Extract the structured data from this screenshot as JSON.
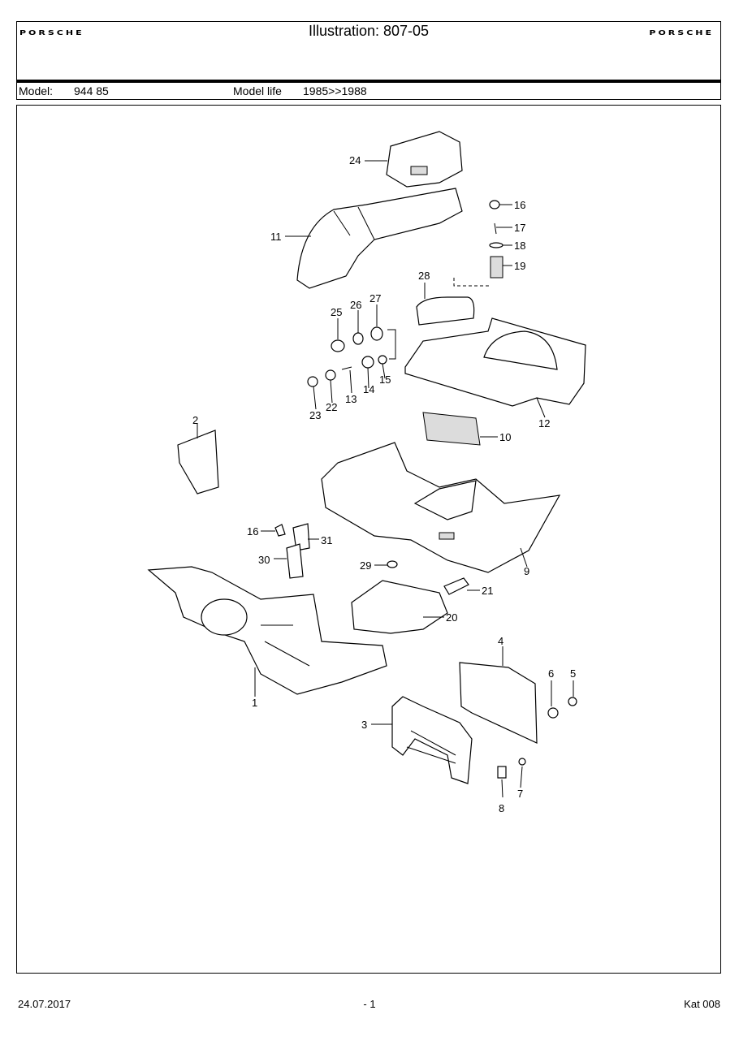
{
  "header": {
    "brand_left": "PORSCHE",
    "brand_right": "PORSCHE",
    "illustration": "Illustration: 807-05"
  },
  "model_bar": {
    "model_label": "Model:",
    "model_value": "944 85",
    "life_label": "Model life",
    "life_value": "1985>>1988"
  },
  "callouts": [
    "24",
    "16",
    "17",
    "18",
    "19",
    "11",
    "28",
    "25",
    "26",
    "27",
    "23",
    "22",
    "13",
    "14",
    "15",
    "12",
    "10",
    "2",
    "16",
    "31",
    "30",
    "29",
    "21",
    "9",
    "20",
    "1",
    "4",
    "6",
    "5",
    "3",
    "7",
    "8"
  ],
  "footer": {
    "date": "24.07.2017",
    "page": "- 1",
    "catalog": "Kat 008"
  }
}
